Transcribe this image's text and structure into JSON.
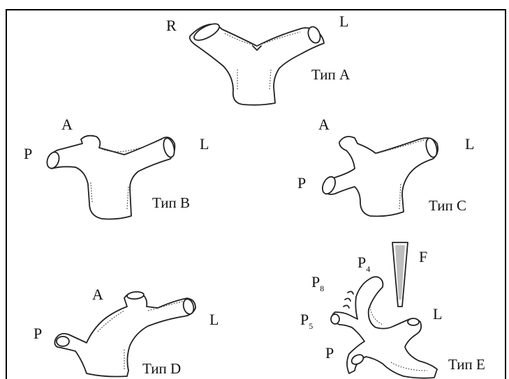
{
  "figures": [
    {
      "id": "A",
      "type_label": "Тип A",
      "labels": {
        "right": "R",
        "left": "L"
      }
    },
    {
      "id": "B",
      "type_label": "Тип B",
      "labels": {
        "anterior": "A",
        "posterior": "P",
        "left": "L"
      }
    },
    {
      "id": "C",
      "type_label": "Тип C",
      "labels": {
        "anterior": "A",
        "posterior": "P",
        "left": "L"
      }
    },
    {
      "id": "D",
      "type_label": "Тип D",
      "labels": {
        "anterior": "A",
        "posterior": "P",
        "left": "L"
      }
    },
    {
      "id": "E",
      "type_label": "Тип E",
      "labels": {
        "p4": "P",
        "p4_sub": "4",
        "p8": "P",
        "p8_sub": "8",
        "p5": "P",
        "p5_sub": "5",
        "posterior": "P",
        "left": "L",
        "f": "F"
      }
    }
  ],
  "colors": {
    "line": "#222222",
    "background": "#ffffff",
    "border": "#000000"
  }
}
